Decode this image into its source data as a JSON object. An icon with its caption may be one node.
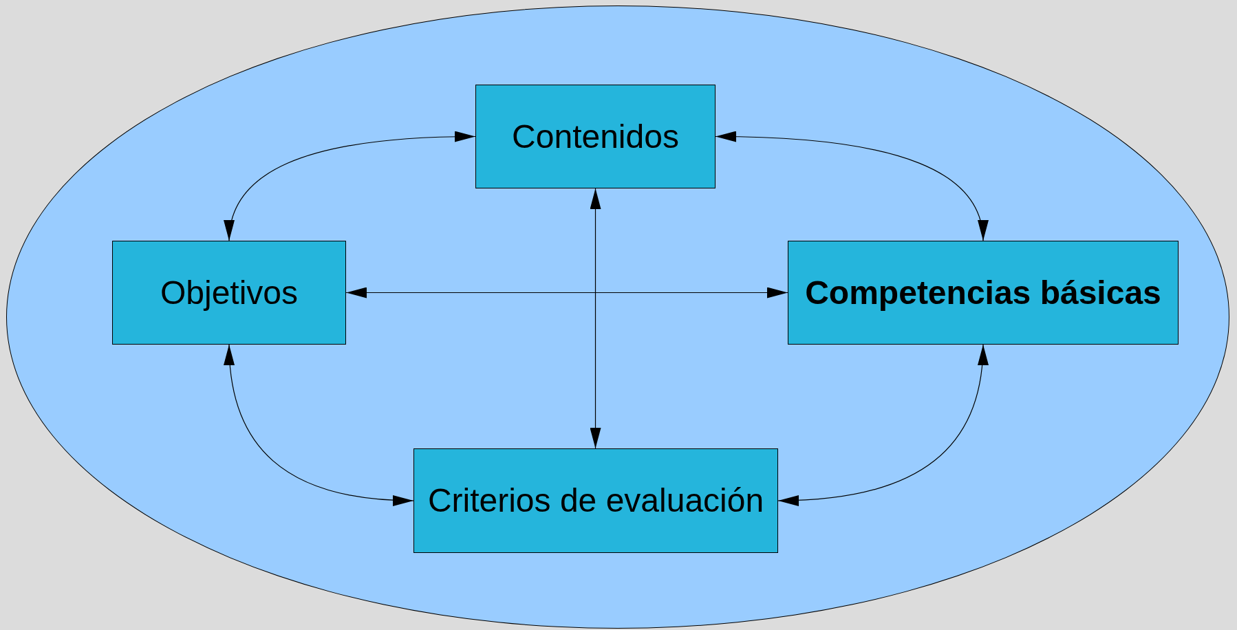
{
  "diagram": {
    "nodes": [
      {
        "text": [],
        "shape": "ellipse"
      },
      {
        "text": [
          "Contenidos"
        ],
        "in": 0
      },
      {
        "text": [
          "Objetivos"
        ],
        "in": 0
      },
      {
        "text": [
          "Competencias básicas"
        ],
        "in": 0
      },
      {
        "text": [
          "Criterios de evaluación"
        ],
        "in": 0
      }
    ],
    "edges": [
      {
        "from": 1,
        "to": 2,
        "arrow": "both"
      },
      {
        "from": 1,
        "to": 3,
        "arrow": "both"
      },
      {
        "from": 2,
        "to": 3,
        "arrow": "both"
      },
      {
        "from": 1,
        "to": 4,
        "arrow": "both"
      },
      {
        "from": 2,
        "to": 4,
        "arrow": "both"
      },
      {
        "from": 3,
        "to": 4,
        "arrow": "both"
      }
    ]
  }
}
